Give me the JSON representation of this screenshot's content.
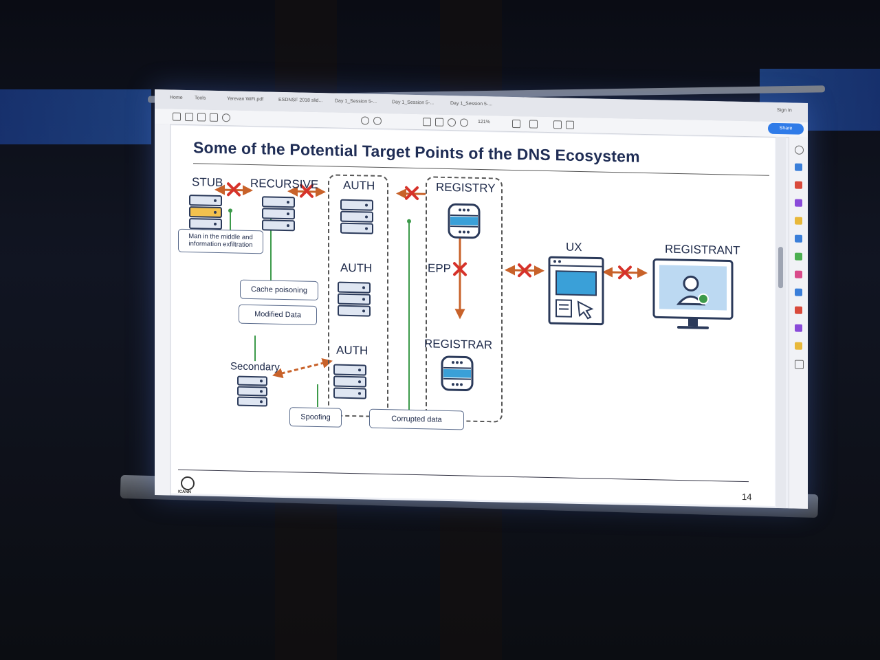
{
  "viewer": {
    "tabs": [
      "Home",
      "Tools",
      "Yerevan WiFi.pdf",
      "ESDNSF 2018 slid...",
      "Day 1_Session 5-...",
      "Day 1_Session 5-...",
      "Day 1_Session 5-..."
    ],
    "sign_in": "Sign In",
    "share": "Share",
    "zoom": "121%"
  },
  "slide": {
    "title": "Some of the Potential Target Points of the DNS Ecosystem",
    "page_number": "14",
    "logo_text": "ICANN",
    "labels": {
      "stub": "STUB",
      "recursive": "RECURSIVE",
      "auth1": "AUTH",
      "auth2": "AUTH",
      "auth3": "AUTH",
      "registry": "REGISTRY",
      "registrar": "REGISTRAR",
      "epp": "EPP",
      "ux": "UX",
      "registrant": "REGISTRANT",
      "secondary": "Secondary"
    },
    "attacks": {
      "mitm": "Man in the middle and information exfiltration",
      "cache": "Cache poisoning",
      "modified": "Modified Data",
      "spoofing": "Spoofing",
      "corrupted": "Corrupted data"
    }
  },
  "colors": {
    "navy": "#1f2d55",
    "arrow": "#c8622a",
    "cross": "#d6322a",
    "green_line": "#3c9a4a",
    "db_blue": "#3aa0d8"
  }
}
